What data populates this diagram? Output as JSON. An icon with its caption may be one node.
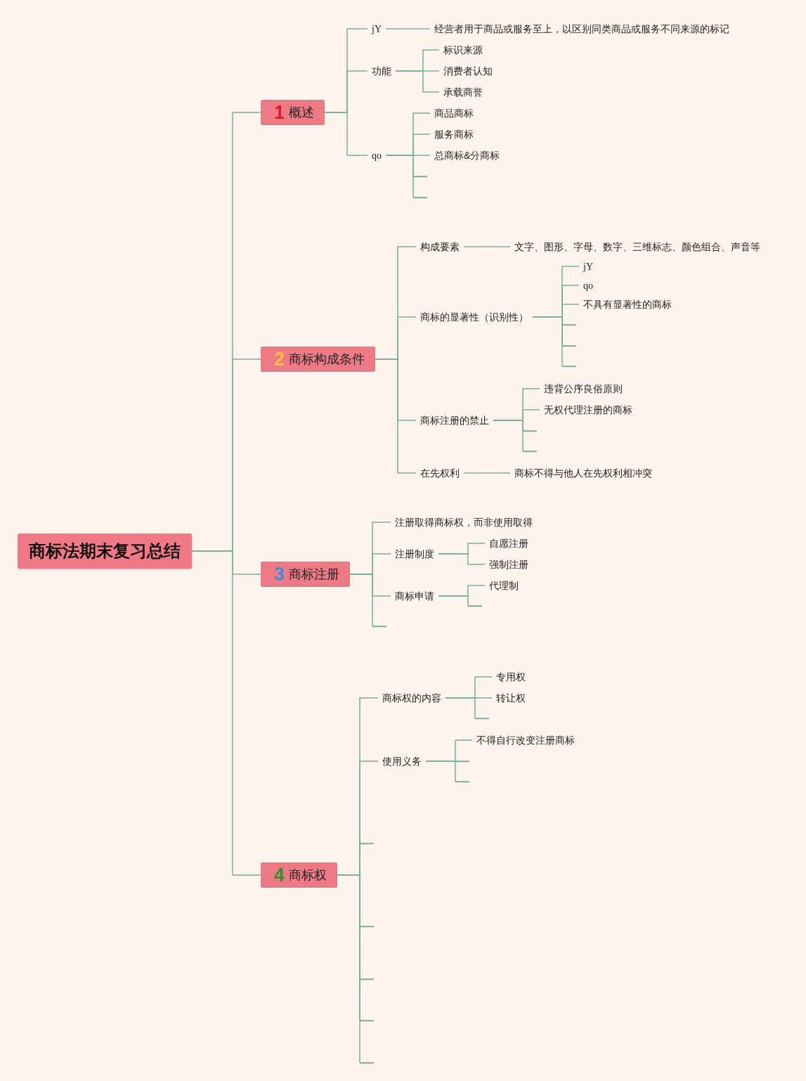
{
  "diagram": {
    "nodes": [
      {
        "text": [
          "商标法期末复习总结"
        ]
      },
      {
        "text": [
          "1",
          "概述"
        ]
      },
      {
        "text": [
          "jY"
        ]
      },
      {
        "text": [
          "经营者用于商品或服务至上，以区别同类商品或服务不同来源的标记"
        ]
      },
      {
        "text": [
          "功能"
        ]
      },
      {
        "text": [
          "标识来源"
        ]
      },
      {
        "text": [
          "消费者认知"
        ]
      },
      {
        "text": [
          "承载商誉"
        ]
      },
      {
        "text": [
          "qo"
        ]
      },
      {
        "text": [
          "商品商标"
        ]
      },
      {
        "text": [
          "服务商标"
        ]
      },
      {
        "text": [
          "总商标&分商标"
        ]
      },
      {
        "text": [
          "2",
          "商标构成条件"
        ]
      },
      {
        "text": [
          "构成要素"
        ]
      },
      {
        "text": [
          "文字、图形、字母、数字、三维标志、颜色组合、声音等"
        ]
      },
      {
        "text": [
          "商标的显著性（识别性）"
        ]
      },
      {
        "text": [
          "jY"
        ]
      },
      {
        "text": [
          "qo"
        ]
      },
      {
        "text": [
          "不具有显著性的商标"
        ]
      },
      {
        "text": [
          "商标注册的禁止"
        ]
      },
      {
        "text": [
          "违背公序良俗原则"
        ]
      },
      {
        "text": [
          "无权代理注册的商标"
        ]
      },
      {
        "text": [
          "在先权利"
        ]
      },
      {
        "text": [
          "商标不得与他人在先权利相冲突"
        ]
      },
      {
        "text": [
          "3",
          "商标注册"
        ]
      },
      {
        "text": [
          "注册取得商标权，而非使用取得"
        ]
      },
      {
        "text": [
          "注册制度"
        ]
      },
      {
        "text": [
          "自愿注册"
        ]
      },
      {
        "text": [
          "强制注册"
        ]
      },
      {
        "text": [
          "商标申请"
        ]
      },
      {
        "text": [
          "代理制"
        ]
      },
      {
        "text": [
          "4",
          "商标权"
        ]
      },
      {
        "text": [
          "商标权的内容"
        ]
      },
      {
        "text": [
          "专用权"
        ]
      },
      {
        "text": [
          "转让权"
        ]
      },
      {
        "text": [
          "使用义务"
        ]
      },
      {
        "text": [
          "不得自行改变注册商标"
        ]
      },
      {
        "text": [],
        "shape": "bar"
      },
      {
        "text": [],
        "shape": "bar"
      },
      {
        "text": [],
        "shape": "bar"
      },
      {
        "text": [],
        "shape": "bar"
      },
      {
        "text": [],
        "shape": "bar"
      },
      {
        "text": [],
        "shape": "bar"
      },
      {
        "text": [],
        "shape": "bar"
      },
      {
        "text": [],
        "shape": "bar"
      },
      {
        "text": [],
        "shape": "bar"
      },
      {
        "text": [],
        "shape": "bar"
      },
      {
        "text": [],
        "shape": "bar"
      },
      {
        "text": [],
        "shape": "bar"
      },
      {
        "text": [],
        "shape": "bar"
      },
      {
        "text": [],
        "shape": "bar"
      },
      {
        "text": [],
        "shape": "bar"
      },
      {
        "text": [],
        "shape": "bar"
      },
      {
        "text": [],
        "shape": "bar"
      }
    ],
    "edges": [
      {
        "from": 0,
        "to": 1,
        "arrow": "none"
      },
      {
        "from": 0,
        "to": 12,
        "arrow": "none"
      },
      {
        "from": 0,
        "to": 24,
        "arrow": "none"
      },
      {
        "from": 0,
        "to": 31,
        "arrow": "none"
      },
      {
        "from": 1,
        "to": 2,
        "arrow": "none"
      },
      {
        "from": 1,
        "to": 4,
        "arrow": "none"
      },
      {
        "from": 1,
        "to": 8,
        "arrow": "none"
      },
      {
        "from": 2,
        "to": 3,
        "arrow": "none"
      },
      {
        "from": 4,
        "to": 5,
        "arrow": "none"
      },
      {
        "from": 4,
        "to": 6,
        "arrow": "none"
      },
      {
        "from": 4,
        "to": 7,
        "arrow": "none"
      },
      {
        "from": 8,
        "to": 9,
        "arrow": "none"
      },
      {
        "from": 8,
        "to": 10,
        "arrow": "none"
      },
      {
        "from": 8,
        "to": 11,
        "arrow": "none"
      },
      {
        "from": 8,
        "to": 37,
        "arrow": "none"
      },
      {
        "from": 8,
        "to": 38,
        "arrow": "none"
      },
      {
        "from": 12,
        "to": 13,
        "arrow": "none"
      },
      {
        "from": 12,
        "to": 15,
        "arrow": "none"
      },
      {
        "from": 12,
        "to": 19,
        "arrow": "none"
      },
      {
        "from": 12,
        "to": 22,
        "arrow": "none"
      },
      {
        "from": 13,
        "to": 14,
        "arrow": "none"
      },
      {
        "from": 15,
        "to": 16,
        "arrow": "none"
      },
      {
        "from": 15,
        "to": 17,
        "arrow": "none"
      },
      {
        "from": 15,
        "to": 18,
        "arrow": "none"
      },
      {
        "from": 15,
        "to": 39,
        "arrow": "none"
      },
      {
        "from": 15,
        "to": 40,
        "arrow": "none"
      },
      {
        "from": 15,
        "to": 41,
        "arrow": "none"
      },
      {
        "from": 19,
        "to": 20,
        "arrow": "none"
      },
      {
        "from": 19,
        "to": 21,
        "arrow": "none"
      },
      {
        "from": 19,
        "to": 42,
        "arrow": "none"
      },
      {
        "from": 19,
        "to": 43,
        "arrow": "none"
      },
      {
        "from": 22,
        "to": 23,
        "arrow": "none"
      },
      {
        "from": 24,
        "to": 25,
        "arrow": "none"
      },
      {
        "from": 24,
        "to": 26,
        "arrow": "none"
      },
      {
        "from": 24,
        "to": 29,
        "arrow": "none"
      },
      {
        "from": 24,
        "to": 44,
        "arrow": "none"
      },
      {
        "from": 26,
        "to": 27,
        "arrow": "none"
      },
      {
        "from": 26,
        "to": 28,
        "arrow": "none"
      },
      {
        "from": 29,
        "to": 30,
        "arrow": "none"
      },
      {
        "from": 29,
        "to": 45,
        "arrow": "none"
      },
      {
        "from": 31,
        "to": 32,
        "arrow": "none"
      },
      {
        "from": 31,
        "to": 35,
        "arrow": "none"
      },
      {
        "from": 31,
        "to": 46,
        "arrow": "none"
      },
      {
        "from": 31,
        "to": 47,
        "arrow": "none"
      },
      {
        "from": 31,
        "to": 48,
        "arrow": "none"
      },
      {
        "from": 31,
        "to": 49,
        "arrow": "none"
      },
      {
        "from": 31,
        "to": 50,
        "arrow": "none"
      },
      {
        "from": 32,
        "to": 33,
        "arrow": "none"
      },
      {
        "from": 32,
        "to": 34,
        "arrow": "none"
      },
      {
        "from": 32,
        "to": 51,
        "arrow": "none"
      },
      {
        "from": 35,
        "to": 36,
        "arrow": "none"
      },
      {
        "from": 35,
        "to": 52,
        "arrow": "none"
      },
      {
        "from": 35,
        "to": 53,
        "arrow": "none"
      }
    ]
  }
}
